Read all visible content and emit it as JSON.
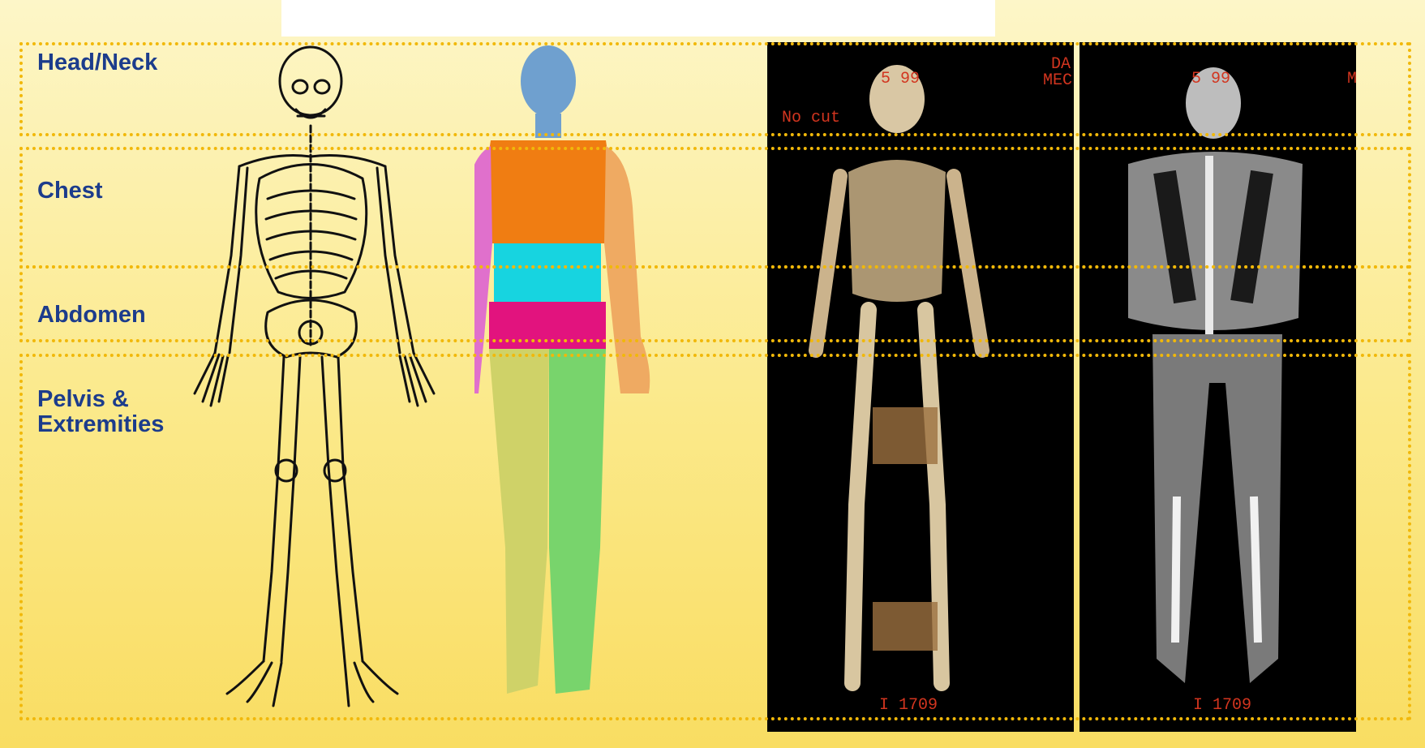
{
  "regions": {
    "head_neck": "Head/Neck",
    "chest": "Chest",
    "abdomen": "Abdomen",
    "pelvis_extremities": "Pelvis & Extremities"
  },
  "scan_overlays": {
    "vr_series": "5 99",
    "vr_corner": "DA",
    "vr_corner_2": "MEC",
    "vr_mode": "No cut",
    "vr_image": "I 1709",
    "ct_series": "5 99",
    "ct_corner": "M",
    "ct_image": "I 1709"
  },
  "colors": {
    "region_border": "#f1b80a",
    "label_text": "#1c3c8c",
    "head": "#6fa0cf",
    "chest": "#f07d12",
    "left_arm": "#e070cc",
    "right_arm": "#efaa62",
    "abdomen": "#17d4e0",
    "pelvis": "#e2137e",
    "left_leg": "#cfd268",
    "right_leg": "#78d46c",
    "overlay_text": "#d2351f"
  }
}
